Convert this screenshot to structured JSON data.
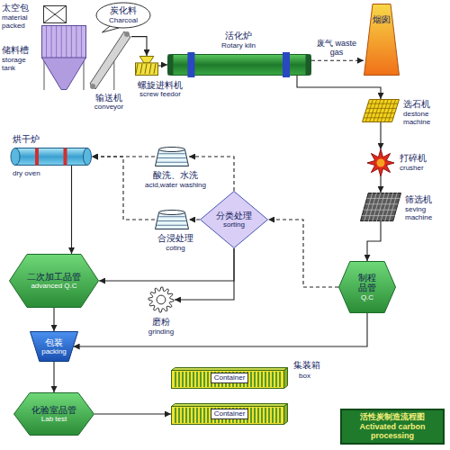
{
  "diagram": {
    "title": "活性炭制造流程图 Activated carbon processing",
    "nodes": [
      {
        "text": [
          "太空包",
          "material packed"
        ]
      },
      {
        "text": [
          "储料槽",
          "storage tank"
        ]
      },
      {
        "text": [
          "炭化料",
          "Charcoal"
        ]
      },
      {
        "text": [
          "输送机",
          "conveyor"
        ]
      },
      {
        "text": [
          "螺旋进料机",
          "screw feedor"
        ]
      },
      {
        "text": [
          "活化炉",
          "Rotary kiln"
        ]
      },
      {
        "text": [
          "烟囱"
        ]
      },
      {
        "text": [
          "选石机",
          "destone machine"
        ]
      },
      {
        "text": [
          "打碎机",
          "crusher"
        ]
      },
      {
        "text": [
          "筛选机",
          "seving machine"
        ]
      },
      {
        "text": [
          "制程品管",
          "Q.C"
        ]
      },
      {
        "text": [
          "分类处理",
          "sorting"
        ]
      },
      {
        "text": [
          "酸洗、水洗",
          "acid,water washing"
        ]
      },
      {
        "text": [
          "合浸处理",
          "coting"
        ]
      },
      {
        "text": [
          "烘干炉",
          "dry oven"
        ]
      },
      {
        "text": [
          "二次加工品管",
          "advanced Q.C"
        ]
      },
      {
        "text": [
          "磨粉",
          "grinding"
        ]
      },
      {
        "text": [
          "包装",
          "packing"
        ]
      },
      {
        "text": [
          "化验室品管",
          "Lab test"
        ]
      },
      {
        "text": [
          "Container"
        ]
      },
      {
        "text": [
          "Container"
        ]
      }
    ],
    "edges": [
      {
        "from": 3,
        "to": 4,
        "arrow": "to"
      },
      {
        "from": 4,
        "to": 5,
        "arrow": "to"
      },
      {
        "from": 5,
        "to": 6,
        "label": "废气 waste gas",
        "arrow": "to"
      },
      {
        "from": 5,
        "to": 7,
        "arrow": "to"
      },
      {
        "from": 7,
        "to": 8,
        "arrow": "to"
      },
      {
        "from": 8,
        "to": 9,
        "arrow": "to"
      },
      {
        "from": 9,
        "to": 10,
        "arrow": "to"
      },
      {
        "from": 10,
        "to": 11,
        "arrow": "to"
      },
      {
        "from": 11,
        "to": 12,
        "arrow": "to"
      },
      {
        "from": 11,
        "to": 13,
        "arrow": "to"
      },
      {
        "from": 11,
        "to": 15,
        "arrow": "to"
      },
      {
        "from": 11,
        "to": 16,
        "arrow": "to"
      },
      {
        "from": 12,
        "to": 14,
        "arrow": "to"
      },
      {
        "from": 13,
        "to": 14,
        "arrow": "to"
      },
      {
        "from": 14,
        "to": 15,
        "arrow": "to"
      },
      {
        "from": 15,
        "to": 17,
        "arrow": "to"
      },
      {
        "from": 17,
        "to": 18,
        "arrow": "to"
      },
      {
        "from": 10,
        "to": 17,
        "arrow": "to"
      },
      {
        "from": 18,
        "to": 20,
        "arrow": "to"
      }
    ],
    "labels": [
      "集装箱",
      "box"
    ]
  }
}
